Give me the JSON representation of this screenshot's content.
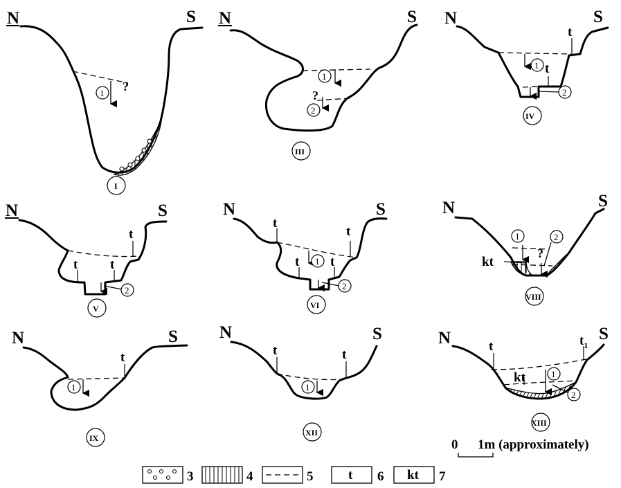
{
  "directions": {
    "north": "N",
    "south": "S"
  },
  "terrace_label": "t",
  "terrace_label_base": "t",
  "terrace_label_subscript": "1",
  "karst_label": "kt",
  "question_mark": "?",
  "levels": {
    "first": "1",
    "second": "2"
  },
  "profiles": {
    "p1": "I",
    "p3": "III",
    "p4": "IV",
    "p5": "V",
    "p6": "VI",
    "p8": "VIII",
    "p9": "IX",
    "p12": "XII",
    "p13": "XIII"
  },
  "scale": {
    "zero": "0",
    "text": "1m (approximately)"
  },
  "legend": [
    {
      "number": "3",
      "symbol": "pebbles-icon"
    },
    {
      "number": "4",
      "symbol": "vertical-hatch-icon"
    },
    {
      "number": "5",
      "symbol": "dashed-line-icon"
    },
    {
      "number": "6",
      "symbol": "t"
    },
    {
      "number": "7",
      "symbol": "kt"
    }
  ]
}
